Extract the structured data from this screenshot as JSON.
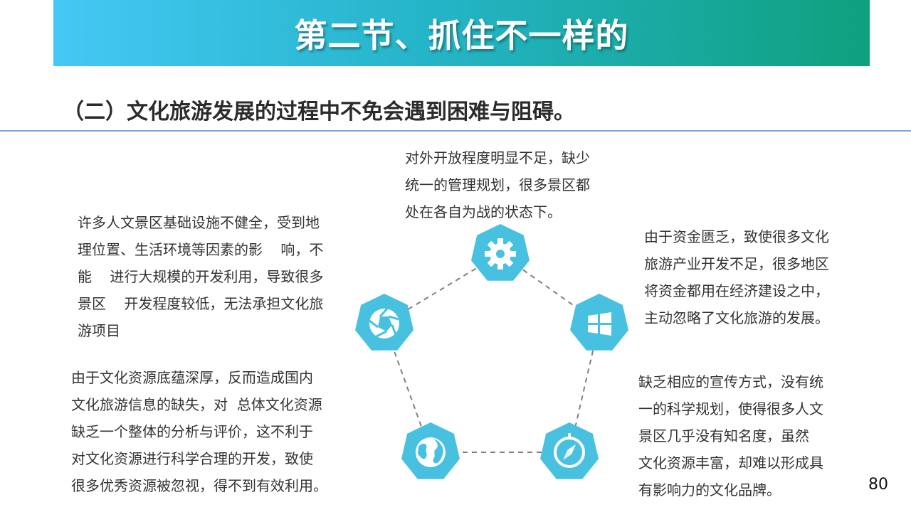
{
  "header": {
    "title": "第二节、抓住不一样的"
  },
  "subtitle": "（二）文化旅游发展的过程中不免会遇到困难与阻碍。",
  "paragraphs": {
    "top": "对外开放程度明显不足，缺少\n统一的管理规划，很多景区都\n处在各自为战的状态下。",
    "left_top": "许多人文景区基础设施不健全，受到地\n理位置、生活环境等因素的影    响，不\n能    进行大规模的开发利用，导致很多\n景区    开发程度较低，无法承担文化旅\n游项目",
    "left_bottom": "由于文化资源底蕴深厚，反而造成国内\n文化旅游信息的缺失，对  总体文化资源\n缺乏一个整体的分析与评价，这不利于\n对文化资源进行科学合理的开发，致使\n很多优秀资源被忽视，得不到有效利用。",
    "right_top": "由于资金匮乏，致使很多文化\n旅游产业开发不足，很多地区\n将资金都用在经济建设之中，\n主动忽略了文化旅游的发展。",
    "right_bottom": "缺乏相应的宣传方式，没有统\n一的科学规划，使得很多人文\n景区几乎没有知名度，虽然\n文化资源丰富，却难以形成具\n有影响力的文化品牌。"
  },
  "diagram": {
    "node_color": "#48c1e1",
    "icons": [
      "gear-icon",
      "windows-icon",
      "compass-icon",
      "globe-icon",
      "camera-aperture-icon"
    ]
  },
  "page_number": "80"
}
